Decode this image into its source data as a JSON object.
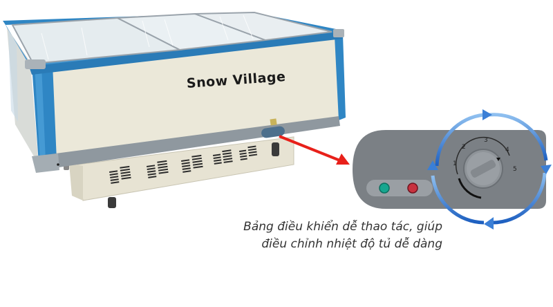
{
  "product": {
    "brand_label": "Snow Village",
    "type": "chest-freezer-sliding-glass-lids",
    "lid_count": 3,
    "colors": {
      "body": "#e9e6d6",
      "trim_blue": "#2f7fb8",
      "frame_gray": "#9aa3ab",
      "glass": "#e6eef3"
    }
  },
  "callout": {
    "arrow_color": "#e8201a",
    "panel_color": "#7b8085",
    "indicator_lights": [
      {
        "name": "green-light",
        "color": "#17a68f"
      },
      {
        "name": "red-light",
        "color": "#c8323f"
      }
    ],
    "dial": {
      "scale_labels": [
        "1",
        "2",
        "3",
        "4",
        "5"
      ]
    },
    "rotation_arrows_color": "#3b7fd6"
  },
  "caption": {
    "line1": "Bảng điều khiển dễ thao tác, giúp",
    "line2": "điều chỉnh nhiệt độ tủ dễ dàng"
  }
}
